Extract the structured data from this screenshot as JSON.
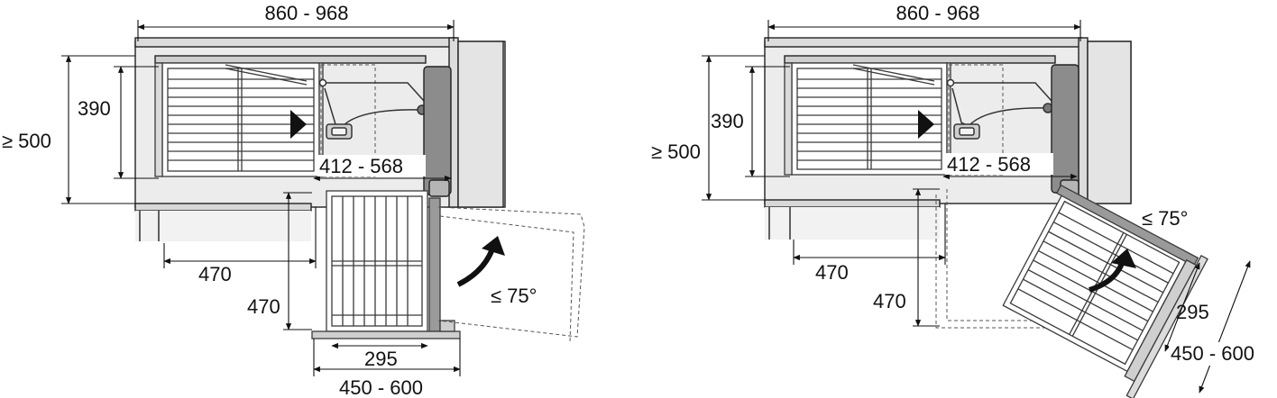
{
  "diagrams": [
    {
      "name": "closed-position",
      "labels": {
        "width_top": "860 - 968",
        "height_total": "≥ 500",
        "height_inner": "390",
        "inner_depth": "412 - 568",
        "depth_width": "470",
        "depth_height": "470",
        "angle": "≤ 75°",
        "basket_width": "295",
        "front_width": "450 - 600"
      }
    },
    {
      "name": "swung-out-position",
      "labels": {
        "width_top": "860 - 968",
        "height_total": "≥ 500",
        "height_inner": "390",
        "inner_depth": "412 - 568",
        "depth_width": "470",
        "depth_height": "470",
        "angle": "≤ 75°",
        "basket_width": "295",
        "front_width": "450 - 600"
      }
    }
  ],
  "colors": {
    "cabinet_fill": "#ececec",
    "line": "#222222",
    "panel_fill": "#8c8c8c",
    "basket_line": "#3a3a3a"
  },
  "icons": [
    "swing-arrow-icon",
    "slide-arrow-icon"
  ]
}
